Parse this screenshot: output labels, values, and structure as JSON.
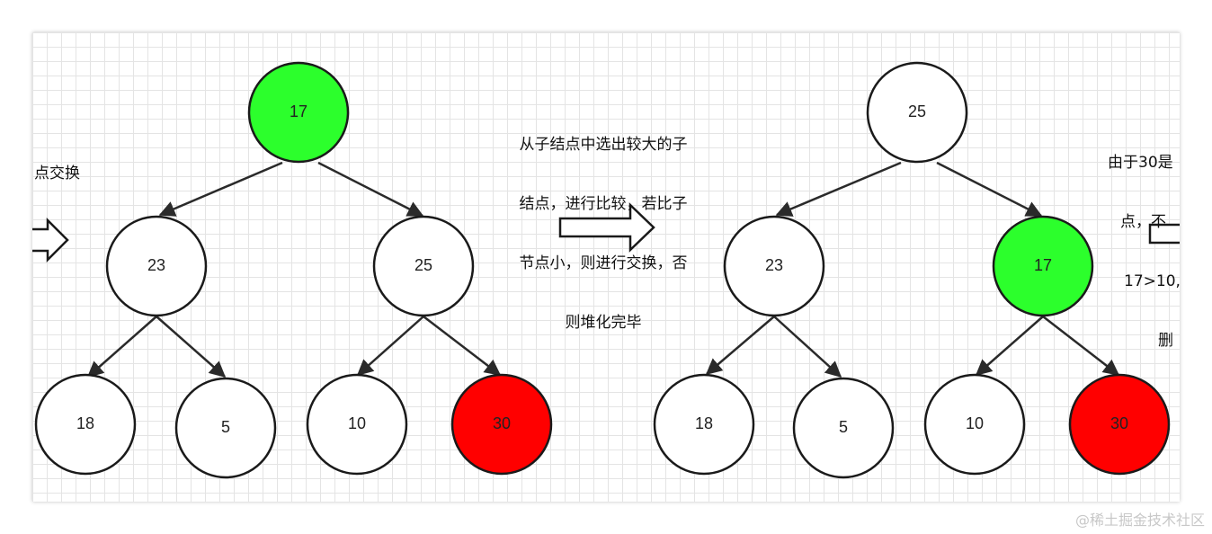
{
  "colors": {
    "green": "#2cff2c",
    "red": "#ff0000",
    "white": "#ffffff",
    "edge": "#2a2a2a"
  },
  "left_note": {
    "text": "点交换"
  },
  "middle_note": {
    "lines": [
      "从子结点中选出较大的子",
      "结点，进行比较，若比子",
      "节点小，则进行交换，否",
      "则堆化完毕"
    ]
  },
  "right_note": {
    "lines": [
      "由于30是",
      "点，不",
      "17>10,",
      "删"
    ]
  },
  "trees": [
    {
      "nodes": [
        {
          "label": "17",
          "color": "green"
        },
        {
          "label": "23",
          "color": "white"
        },
        {
          "label": "25",
          "color": "white"
        },
        {
          "label": "18",
          "color": "white"
        },
        {
          "label": "5",
          "color": "white"
        },
        {
          "label": "10",
          "color": "white"
        },
        {
          "label": "30",
          "color": "red"
        }
      ]
    },
    {
      "nodes": [
        {
          "label": "25",
          "color": "white"
        },
        {
          "label": "23",
          "color": "white"
        },
        {
          "label": "17",
          "color": "green"
        },
        {
          "label": "18",
          "color": "white"
        },
        {
          "label": "5",
          "color": "white"
        },
        {
          "label": "10",
          "color": "white"
        },
        {
          "label": "30",
          "color": "red"
        }
      ]
    }
  ],
  "watermark": "@稀土掘金技术社区"
}
